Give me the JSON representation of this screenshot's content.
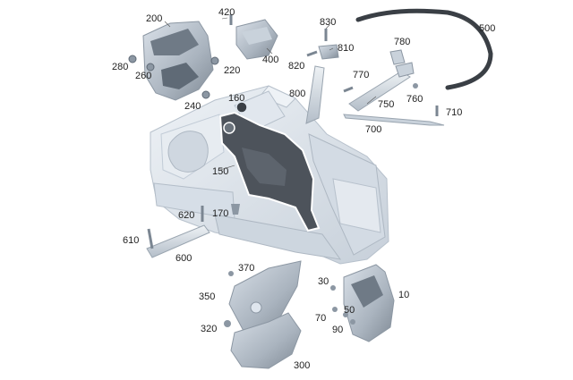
{
  "diagram": {
    "part_labels": {
      "p10": "10",
      "p30": "30",
      "p50": "50",
      "p70": "70",
      "p90": "90",
      "p150": "150",
      "p160": "160",
      "p170": "170",
      "p200": "200",
      "p220": "220",
      "p240": "240",
      "p260": "260",
      "p280": "280",
      "p300": "300",
      "p320": "320",
      "p350": "350",
      "p370": "370",
      "p400": "400",
      "p420": "420",
      "p500": "500",
      "p600": "600",
      "p610": "610",
      "p620": "620",
      "p700": "700",
      "p710": "710",
      "p750": "750",
      "p760": "760",
      "p770": "770",
      "p780": "780",
      "p800": "800",
      "p810": "810",
      "p820": "820",
      "p830": "830"
    },
    "colors": {
      "body_light": "#dfe6ee",
      "body_mid": "#c2ccd7",
      "body_dark": "#8f9aa6",
      "highlight_part": "#4a5058",
      "highlight_outline": "#ffffff",
      "seal": "#3a3f45",
      "label_text": "#222222"
    }
  }
}
